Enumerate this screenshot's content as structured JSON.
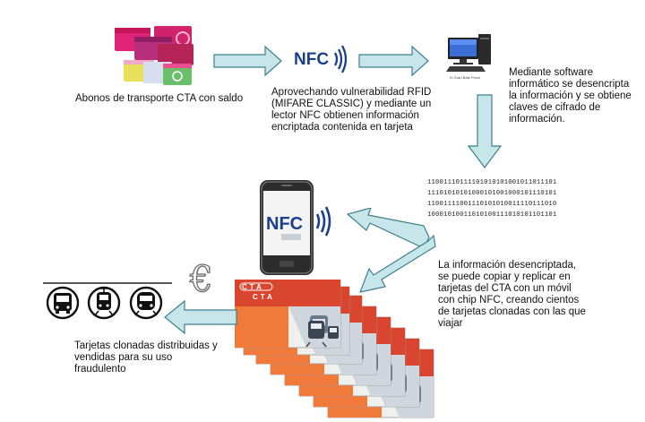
{
  "cards_caption": "Abonos de transporte CTA  con saldo",
  "nfc_logo": "NFC",
  "nfc_caption": [
    "Aprovechando vulnerabilidad RFID",
    "(MIFARE CLASSIC) y mediante un",
    "lector NFC obtienen información",
    "encriptada contenida en tarjeta"
  ],
  "computer_label": "El Gran Bate Pinch",
  "software_caption": [
    "Mediante software",
    "informático se desencripta",
    "la información y se obtiene",
    "claves de cifrado de",
    "información."
  ],
  "binary_lines": [
    "11001110111101010101001011011101",
    "11101010101000101001000101110101",
    "11001111001110101010011110111010",
    "10001010011010100111010101101101"
  ],
  "phone_nfc": "NFC",
  "copy_caption": [
    "La información desencriptada,",
    "se puede copiar y replicar en",
    "tarjetas del CTA con un móvil",
    "con chip NFC, creando cientos",
    "de tarjetas clonadas con las que",
    "viajar"
  ],
  "card_brand": "CTA",
  "euro_symbol": "€",
  "transport_icons": [
    "bus-icon",
    "tram-icon",
    "train-icon"
  ],
  "distribution_caption": [
    "Tarjetas clonadas distribuidas y",
    "vendidas para su uso",
    "fraudulento"
  ],
  "colors": {
    "arrow_fill": "#c7e6ea",
    "arrow_stroke": "#3c7f8f",
    "nfc_blue": "#1b3f8f",
    "card_red": "#d9452f",
    "card_orange": "#f07a3a"
  }
}
